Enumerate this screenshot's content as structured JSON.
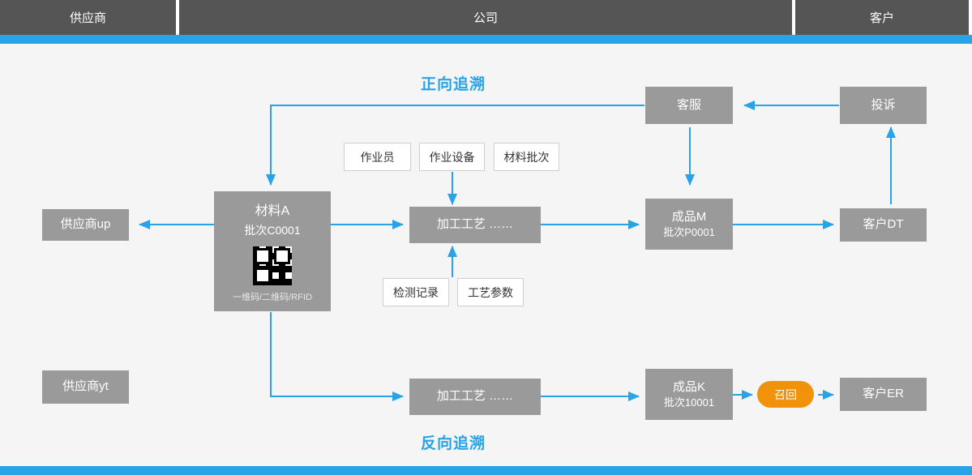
{
  "header": {
    "columns": [
      {
        "label": "供应商"
      },
      {
        "label": "公司"
      },
      {
        "label": "客户"
      }
    ]
  },
  "labels": {
    "forward": "正向追溯",
    "reverse": "反向追溯"
  },
  "nodes": {
    "supplier_up": {
      "label": "供应商up"
    },
    "supplier_yt": {
      "label": "供应商yt"
    },
    "material": {
      "title": "材料A",
      "batch": "批次C0001",
      "code_caption": "一维码/二维码/RFID",
      "icon": "qr-code-icon"
    },
    "process_top": {
      "label": "加工工艺  ……"
    },
    "process_bottom": {
      "label": "加工工艺  ……"
    },
    "product_m": {
      "title": "成品M",
      "batch": "批次P0001"
    },
    "product_k": {
      "title": "成品K",
      "batch": "批次10001"
    },
    "customer_dt": {
      "label": "客户DT"
    },
    "customer_er": {
      "label": "客户ER"
    },
    "service": {
      "label": "客服"
    },
    "complaint": {
      "label": "投诉"
    },
    "recall": {
      "label": "召回"
    }
  },
  "attributes": {
    "operator": "作业员",
    "equipment": "作业设备",
    "material_batch": "材料批次",
    "inspection": "检测记录",
    "process_params": "工艺参数"
  },
  "colors": {
    "accent": "#29a3e8",
    "node": "#9a9a9a",
    "header": "#555555",
    "recall": "#f0920a",
    "background": "#f5f5f5"
  }
}
